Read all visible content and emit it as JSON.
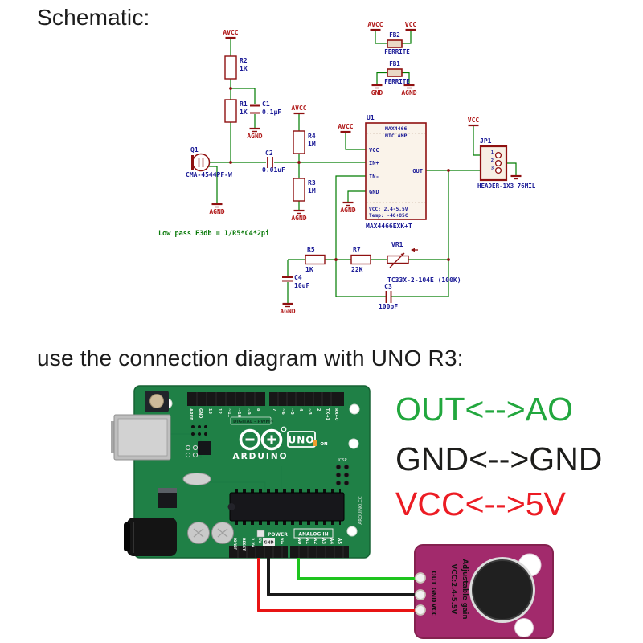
{
  "headings": {
    "schematic": "Schematic:",
    "connection": "use the connection diagram with UNO R3:"
  },
  "schematic": {
    "note": "Low pass F3db = 1/R5*C4*2pi",
    "nets": {
      "avcc": "AVCC",
      "agnd": "AGND",
      "vcc": "VCC",
      "gnd": "GND"
    },
    "colors": {
      "wire": "#007c00",
      "symbol": "#8f1010",
      "label": "#1a1a96",
      "net": "#b01818",
      "note": "#0a7a0a"
    },
    "parts": {
      "r2": {
        "ref": "R2",
        "value": "1K"
      },
      "r1": {
        "ref": "R1",
        "value": "1K"
      },
      "c1": {
        "ref": "C1",
        "value": "0.1µF"
      },
      "q1": {
        "ref": "Q1",
        "value": "CMA-4544PF-W"
      },
      "c2": {
        "ref": "C2",
        "value": "0.01uF"
      },
      "r4": {
        "ref": "R4",
        "value": "1M"
      },
      "r3": {
        "ref": "R3",
        "value": "1M"
      },
      "r5": {
        "ref": "R5",
        "value": "1K"
      },
      "r7": {
        "ref": "R7",
        "value": "22K"
      },
      "vr1": {
        "ref": "VR1",
        "value": "TC33X-2-104E (100K)"
      },
      "c4": {
        "ref": "C4",
        "value": "10uF"
      },
      "c3": {
        "ref": "C3",
        "value": "100pF"
      },
      "fb2": {
        "ref": "FB2",
        "value": "FERRITE"
      },
      "fb1": {
        "ref": "FB1",
        "value": "FERRITE"
      },
      "u1": {
        "ref": "U1",
        "title": "MAX4466",
        "subtitle": "MIC AMP",
        "pin_vcc": "VCC",
        "pin_inp": "IN+",
        "pin_inn": "IN-",
        "pin_gnd": "GND",
        "pin_out": "OUT",
        "spec1": "VCC:  2.4-5.5V",
        "spec2": "Temp: -40+85C",
        "part": "MAX4466EXK+T"
      },
      "jp1": {
        "ref": "JP1",
        "pin1": "1",
        "pin2": "2",
        "pin3": "3",
        "part": "HEADER-1X3 76MIL"
      }
    }
  },
  "connection": {
    "mappings": [
      {
        "text": "OUT<-->AO",
        "color": "#22a73e"
      },
      {
        "text": "GND<-->GND",
        "color": "#1d1d1b"
      },
      {
        "text": "VCC<-->5V",
        "color": "#ec1c24"
      }
    ]
  },
  "arduino": {
    "brand": "ARDUINO",
    "model": "UNO",
    "on_led": "ON",
    "icsp": "ICSP",
    "site": "ARDUINO.CC",
    "aref": "AREF",
    "digital_caption": "DIGITAL  - PWM~",
    "digital_pins": [
      "GND",
      "13",
      "12",
      "~11",
      "~10",
      "~9",
      "8",
      "7",
      "~6",
      "~5",
      "4",
      "~3",
      "2",
      "TX→1",
      "RX←0"
    ],
    "power_caption": "POWER",
    "analog_caption": "ANALOG IN",
    "power_pins": [
      "IOREF",
      "RESET",
      "3.3V",
      "5V",
      "GND",
      "Vin"
    ],
    "analog_pins": [
      "A0",
      "A1",
      "A2",
      "A3",
      "A4",
      "A5"
    ],
    "board_color": "#1f8046"
  },
  "mic_module": {
    "pins": [
      "OUT",
      "GND",
      "VCC"
    ],
    "spec_line1": "VCC:2.4-5.5V",
    "spec_line2": "Adjustable gain",
    "board_color": "#a22a6c",
    "wire_colors": {
      "out": "#1ec41e",
      "gnd": "#191919",
      "vcc": "#e81414"
    }
  }
}
